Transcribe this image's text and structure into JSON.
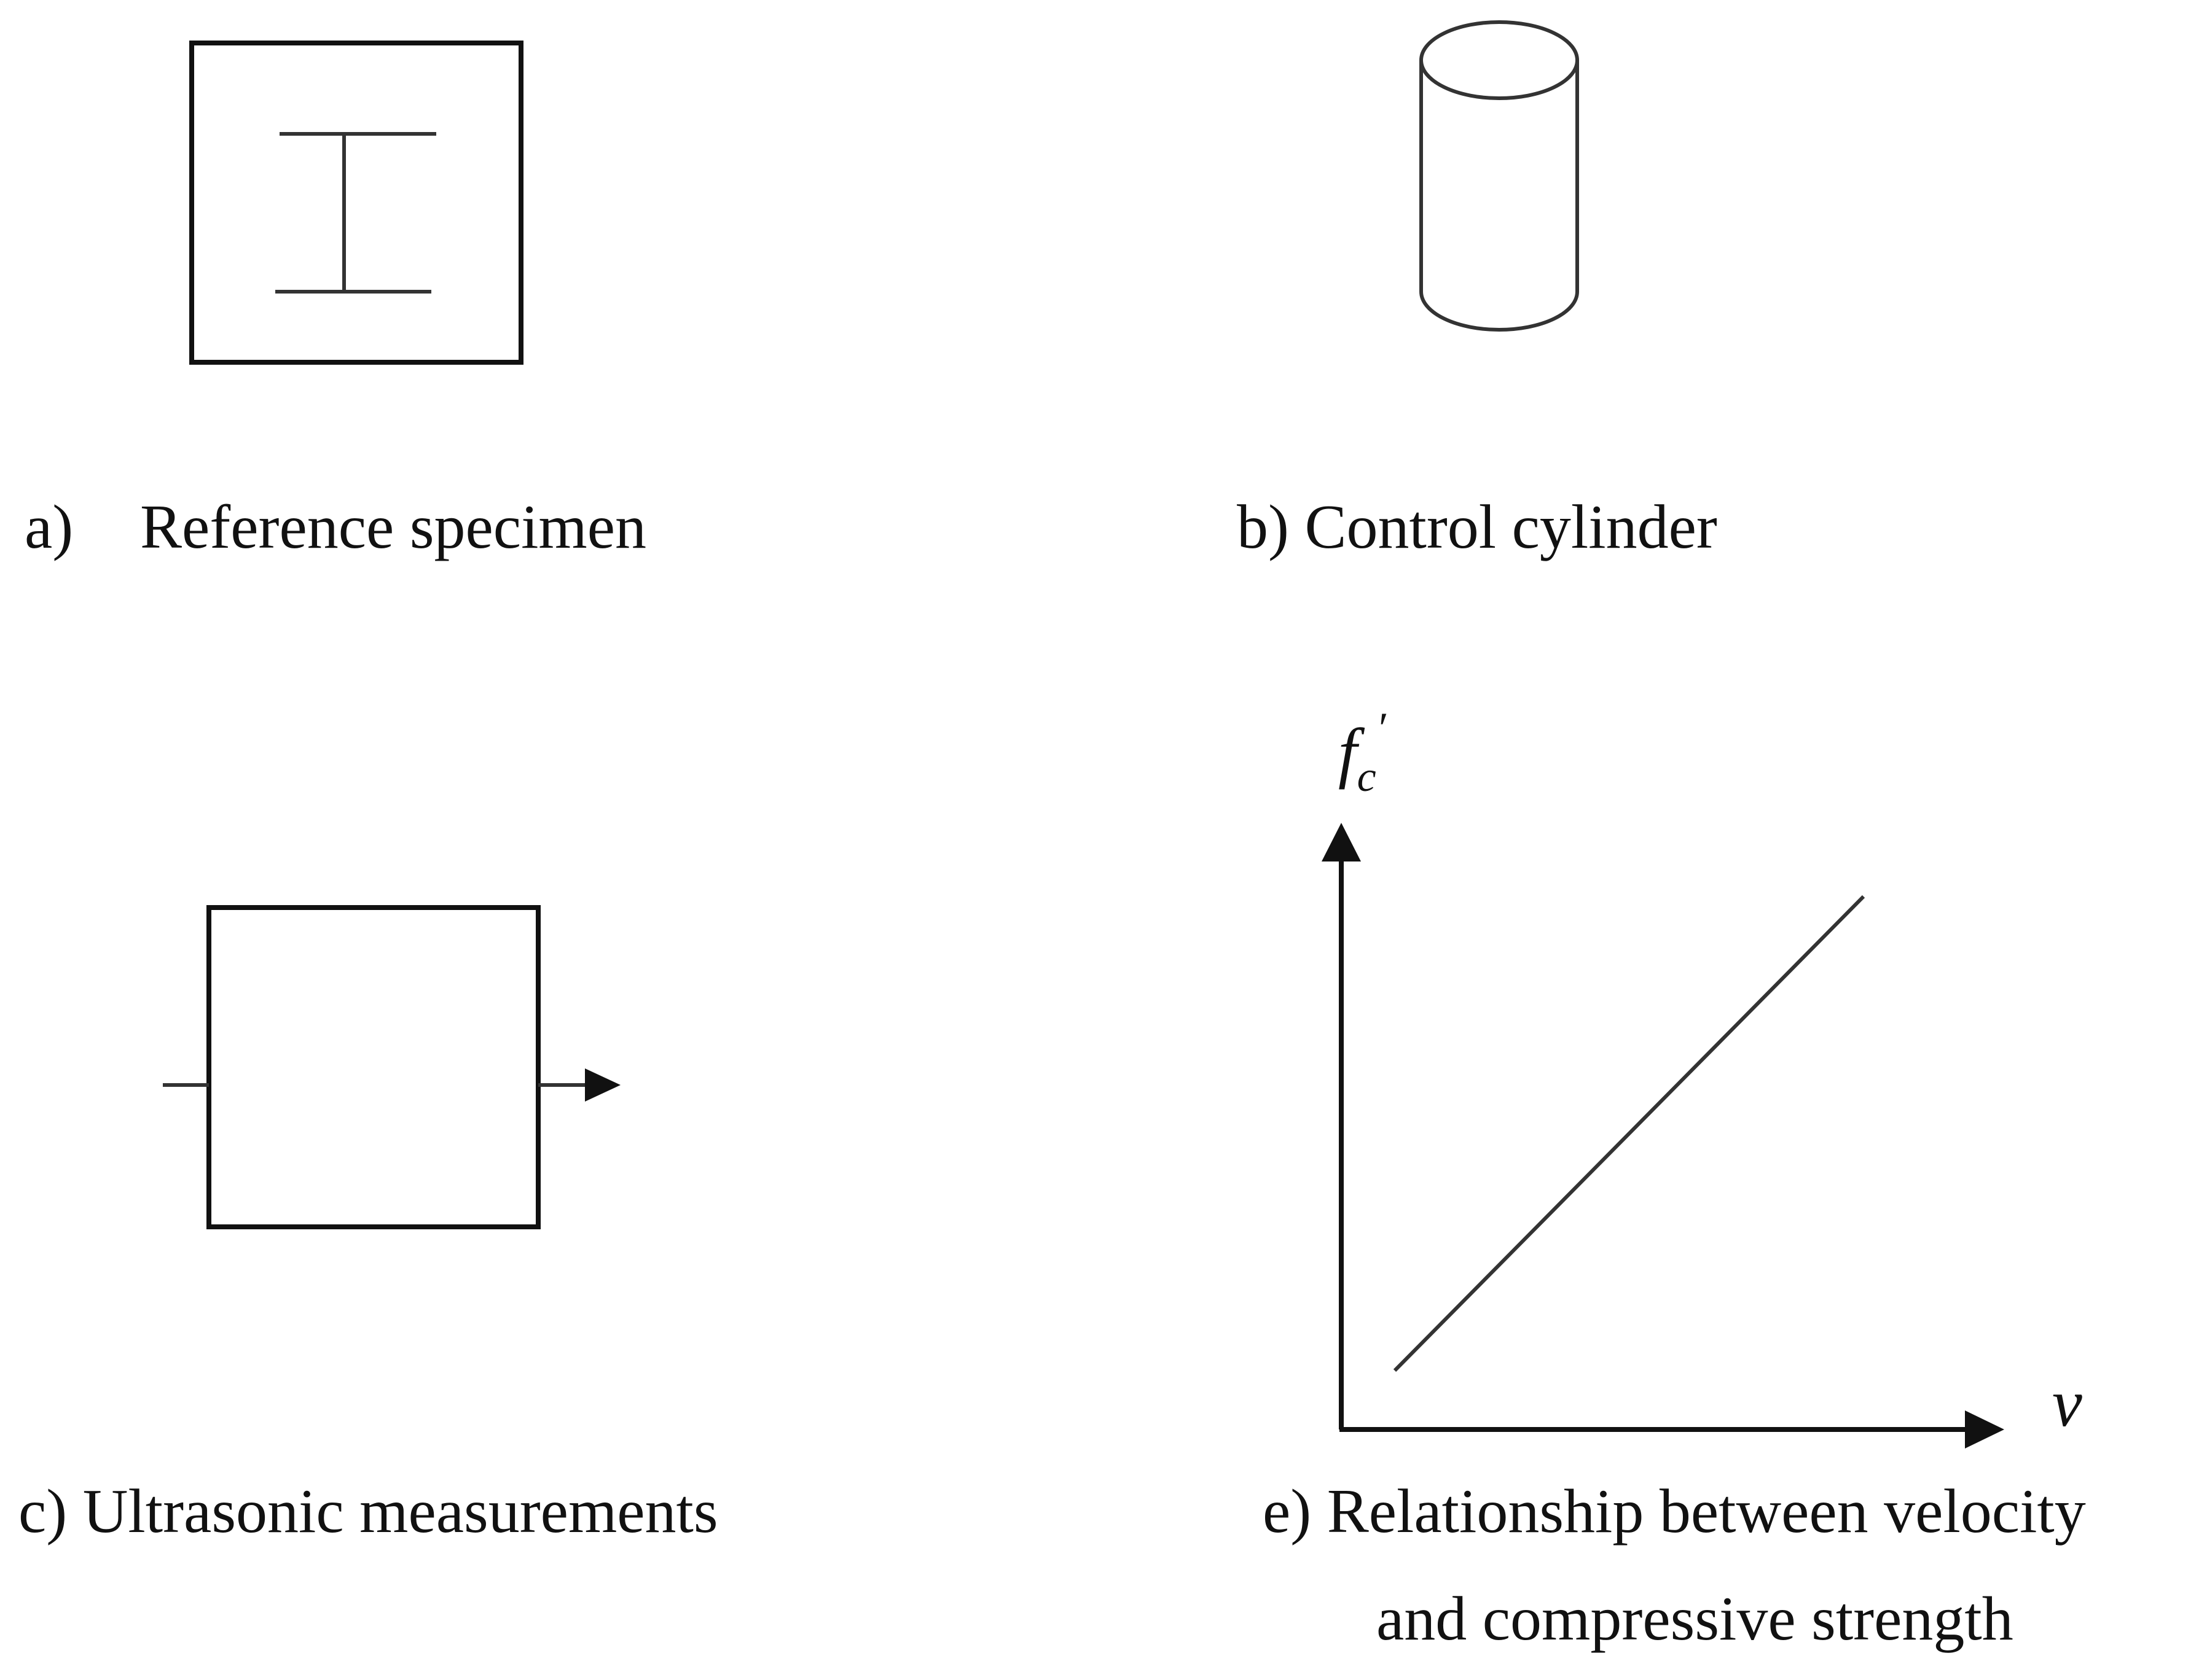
{
  "panels": {
    "a": {
      "letter": "a)",
      "caption": "Reference specimen"
    },
    "b": {
      "caption": "b) Control cylinder"
    },
    "c": {
      "caption": "c) Ultrasonic measurements"
    },
    "e": {
      "caption_line1": "e) Relationship between velocity",
      "caption_line2": "and compressive strength",
      "y_axis_symbol": "f",
      "y_axis_subscript": "c",
      "y_axis_prime": "′",
      "x_axis_symbol": "v"
    }
  },
  "colors": {
    "line": "#333333",
    "box": "#111111",
    "text": "#111111",
    "background": "#ffffff"
  }
}
